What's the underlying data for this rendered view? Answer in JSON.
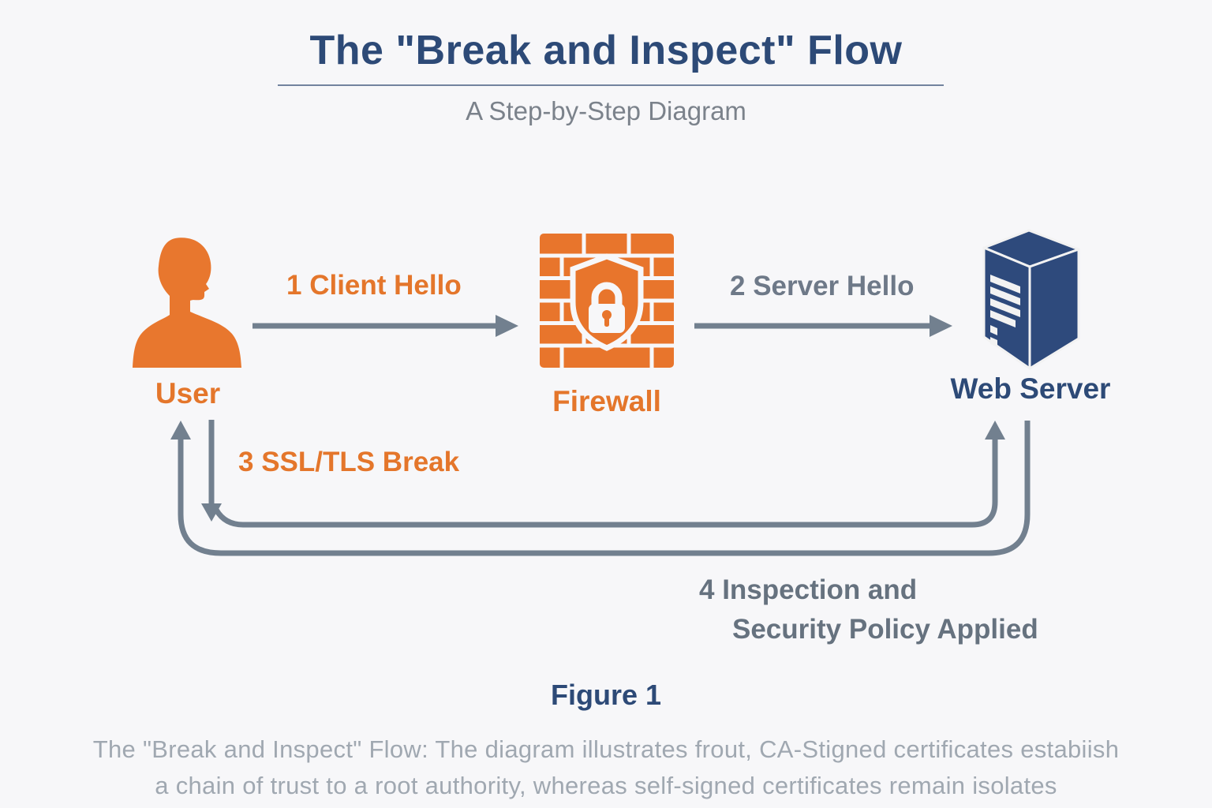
{
  "header": {
    "title": "The \"Break and Inspect\" Flow",
    "subtitle": "A Step-by-Step Diagram"
  },
  "nodes": {
    "user": {
      "label": "User",
      "icon": "user-silhouette-icon",
      "color": "#E8772E"
    },
    "firewall": {
      "label": "Firewall",
      "icon": "firewall-shield-lock-icon",
      "color": "#E8772E"
    },
    "web_server": {
      "label": "Web Server",
      "icon": "server-tower-icon",
      "color": "#2E4A7C"
    }
  },
  "steps": {
    "step1_label": "1 Client Hello",
    "step2_label": "2 Server Hello",
    "step3_label": "3 SSL/TLS Break",
    "step4_line1": "4 Inspection and",
    "step4_line2": "Security Policy Applied"
  },
  "figure_label": "Figure 1",
  "caption": {
    "line1": "The \"Break and Inspect\" Flow: The diagram illustrates frout, CA-Stigned certificates estabiish",
    "line2": "a chain of trust to a root authority, whereas self-signed certificates remain isolates"
  },
  "colors": {
    "background": "#F7F7F9",
    "title_navy": "#2D4A77",
    "subtitle_gray": "#7B828B",
    "accent_orange": "#E4762B",
    "label_gray": "#6E7988",
    "arrow_slate": "#72808F",
    "caption_gray": "#A0A8B1"
  }
}
